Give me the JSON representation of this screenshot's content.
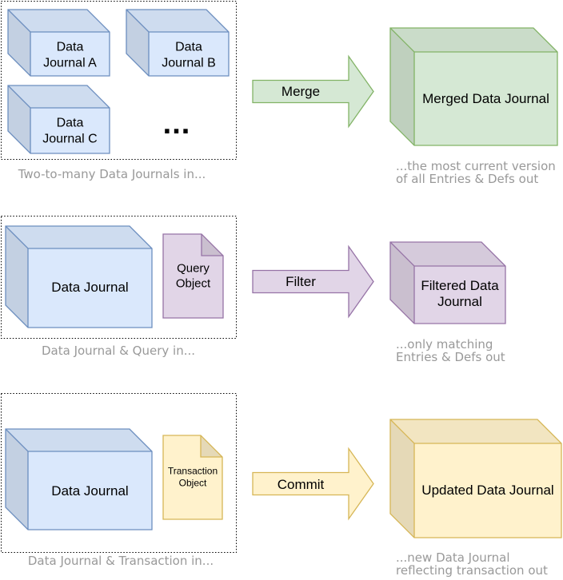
{
  "merge": {
    "cube_a": [
      "Data",
      "Journal A"
    ],
    "cube_b": [
      "Data",
      "Journal B"
    ],
    "cube_c": [
      "Data",
      "Journal C"
    ],
    "more_indicator": "...",
    "input_caption": "Two-to-many Data Journals in...",
    "arrow_label": "Merge",
    "output_label": "Merged Data Journal",
    "output_caption": [
      "...the most current version",
      "of all Entries & Defs out"
    ]
  },
  "filter": {
    "cube": "Data Journal",
    "doc": [
      "Query",
      "Object"
    ],
    "input_caption": "Data Journal & Query in...",
    "arrow_label": "Filter",
    "output_label": [
      "Filtered Data",
      "Journal"
    ],
    "output_caption": [
      "...only matching",
      "Entries & Defs out"
    ]
  },
  "commit": {
    "cube": "Data Journal",
    "doc": [
      "Transaction",
      "Object"
    ],
    "input_caption": "Data Journal & Transaction in...",
    "arrow_label": "Commit",
    "output_label": "Updated Data Journal",
    "output_caption": [
      "...new Data Journal",
      "reflecting transaction out"
    ]
  },
  "colors": {
    "blue_fill": "#dae8fc",
    "blue_stroke": "#6c8ebf",
    "green_fill": "#d5e8d4",
    "green_stroke": "#82b366",
    "purple_fill": "#e1d5e7",
    "purple_stroke": "#9673a6",
    "yellow_fill": "#fff2cc",
    "yellow_stroke": "#d6b656",
    "caption_text": "#999999",
    "label_text": "#000000",
    "border_dotted": "#000000"
  }
}
